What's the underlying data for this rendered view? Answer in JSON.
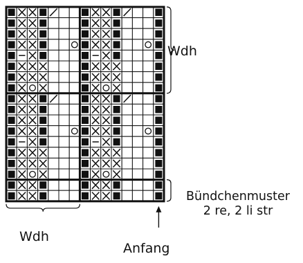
{
  "labels": {
    "repeat_right": "Wdh",
    "repeat_bottom": "Wdh",
    "start": "Anfang",
    "rib_line1": "Bündchenmuster",
    "rib_line2": "2 re, 2 li str"
  },
  "symbols": {
    "B": "filled-square",
    "X": "cross",
    "O": "circle",
    "/": "diagonal-slash",
    "-": "dash",
    ".": "empty"
  },
  "colors": {
    "ink": "#111111",
    "paper": "#ffffff"
  },
  "chart_rows": [
    "BXXB/..BXXB/..B",
    "BXXB...BXXB...B",
    "BXXB...BXXB...B",
    "BXXB..OBXXB..OB",
    "B-XB...B-XB...B",
    "BXXX...BXXX...B",
    "BXXX...BXXX...B",
    "BXOX...BXOX...B",
    "BXXB/..BXXB/..B",
    "BXXB...BXXB...B",
    "BXXB...BXXB...B",
    "BXXB..OBXXB..OB",
    "B-XB...B-XB...B",
    "BXXX...BXXX...B",
    "BXXX...BXXX...B",
    "BXOX...BXOX...B",
    "BXXB...BXXB...B",
    "BXXB...BXXB...B"
  ]
}
